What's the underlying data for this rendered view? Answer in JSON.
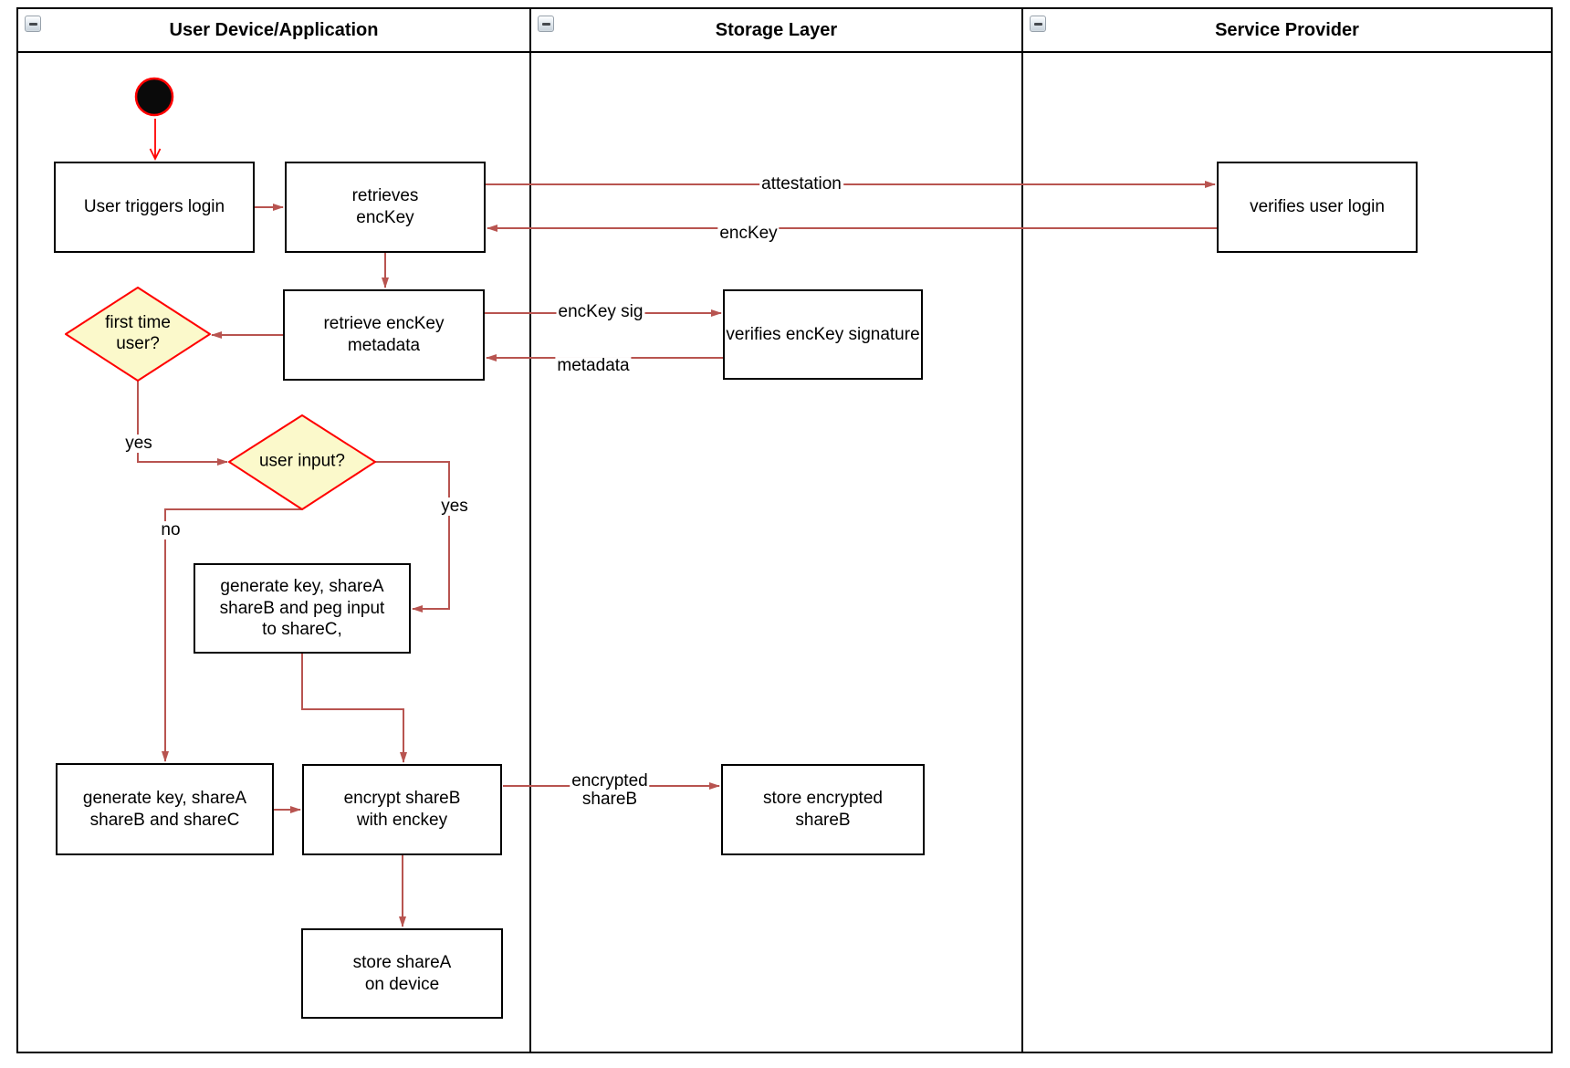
{
  "diagram": {
    "lanes": [
      {
        "title": "User Device/Application",
        "collapse_icon": "minus"
      },
      {
        "title": "Storage Layer",
        "collapse_icon": "minus"
      },
      {
        "title": "Service Provider",
        "collapse_icon": "minus"
      }
    ],
    "nodes": {
      "user_triggers_login": "User triggers login",
      "retrieves_enckey": "retrieves\nencKey",
      "retrieve_enckey_metadata": "retrieve encKey\nmetadata",
      "verifies_user_login": "verifies user login",
      "verifies_enckey_signature": "verifies encKey signature",
      "first_time_user": "first time\nuser?",
      "user_input": "user input?",
      "generate_key_peg_input": "generate key, shareA\nshareB and peg input\nto shareC,",
      "generate_key_shares": "generate key, shareA\nshareB and shareC",
      "encrypt_shareb": "encrypt shareB\nwith enckey",
      "store_encrypted_shareb": "store encrypted\nshareB",
      "store_sharea_on_device": "store shareA\non device"
    },
    "edge_labels": {
      "attestation": "attestation",
      "enckey": "encKey",
      "enckey_sig": "encKey sig",
      "metadata": "metadata",
      "yes_first_time": "yes",
      "no_user_input": "no",
      "yes_user_input": "yes",
      "encrypted_shareb": "encrypted\nshareB"
    },
    "colors": {
      "edge": "#B85450",
      "start_accent": "#FF0000",
      "decision_fill": "#FBF9CB",
      "decision_border": "#FF0000",
      "node_border": "#000000",
      "node_fill": "#FFFFFF"
    }
  }
}
